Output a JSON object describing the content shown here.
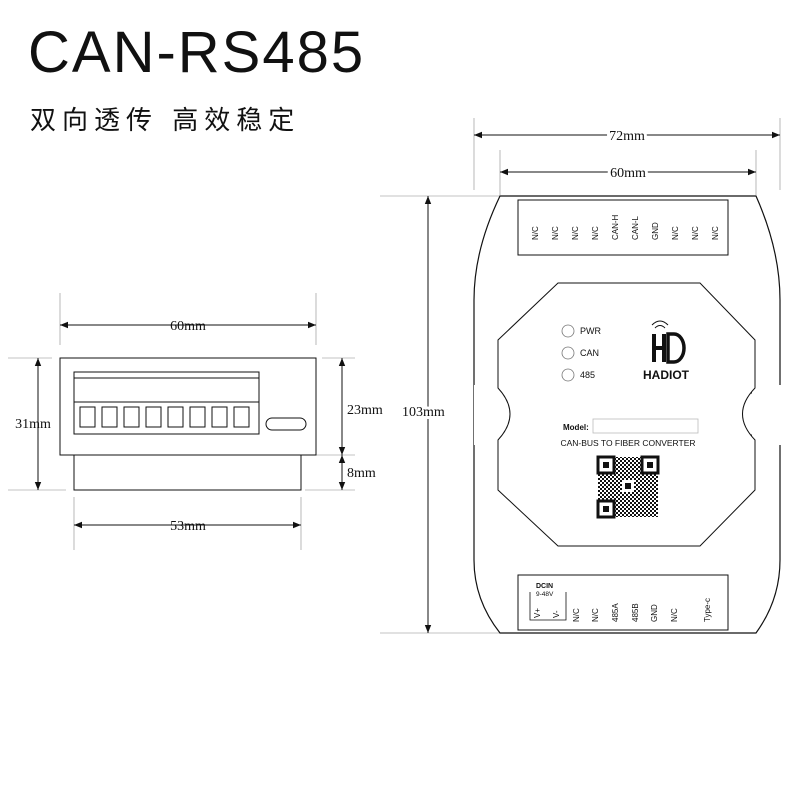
{
  "header": {
    "title": "CAN-RS485",
    "subtitle": "双向透传 高效稳定"
  },
  "dimensions": {
    "front_width": "60mm",
    "front_height": "31mm",
    "front_upper": "23mm",
    "front_lower": "8mm",
    "front_base_width": "53mm",
    "top_total_width": "72mm",
    "top_body_width": "60mm",
    "top_height": "103mm"
  },
  "device": {
    "top_pins": [
      "N/C",
      "N/C",
      "N/C",
      "N/C",
      "CAN-H",
      "CAN-L",
      "GND",
      "N/C",
      "N/C",
      "N/C"
    ],
    "bottom_pins": [
      "N/C",
      "N/C",
      "485A",
      "485B",
      "GND",
      "N/C"
    ],
    "power_label": "DCIN",
    "power_range": "9-48V",
    "power_pins": [
      "V+",
      "V-"
    ],
    "type_c": "Type-c",
    "leds": [
      "PWR",
      "CAN",
      "485"
    ],
    "brand": "HADIOT",
    "model_label": "Model:",
    "model_value": "",
    "product_name": "CAN-BUS TO FIBER CONVERTER"
  }
}
